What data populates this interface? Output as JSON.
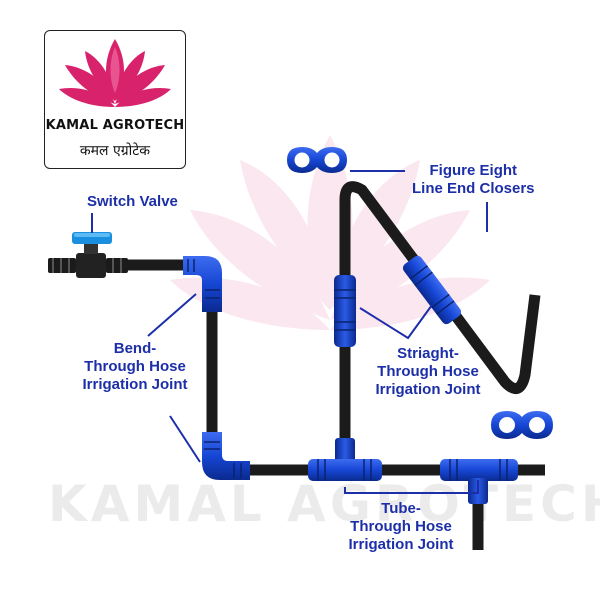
{
  "brand": {
    "name": "KAMAL AGROTECH",
    "hindi_name": "कमल एग्रोटेक",
    "watermark": "KAMAL AGROTECH",
    "lotus_color": "#d8226b",
    "lotus_highlight": "#f06a9e"
  },
  "colors": {
    "label": "#1d2fa8",
    "fitting_blue": "#1646d4",
    "fitting_dark": "#0b2a8f",
    "pipe": "#1b1b1b",
    "leader_line": "#1d2fa8"
  },
  "labels": {
    "switch_valve": "Switch Valve",
    "figure_eight": [
      "Figure Eight",
      "Line End Closers"
    ],
    "bend": [
      "Bend-",
      "Through Hose",
      "Irrigation Joint"
    ],
    "straight": [
      "Striaght-",
      "Through Hose",
      "Irrigation Joint"
    ],
    "tube": [
      "Tube-",
      "Through Hose",
      "Irrigation Joint"
    ]
  }
}
